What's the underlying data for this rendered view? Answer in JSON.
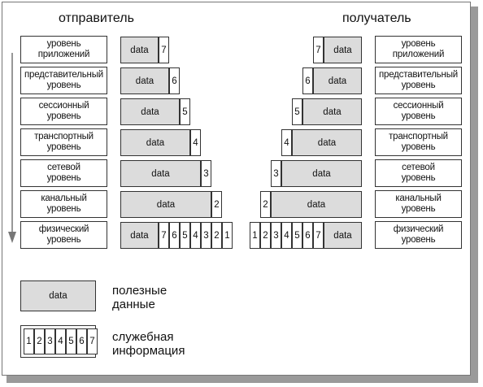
{
  "sender_title": "отправитель",
  "receiver_title": "получатель",
  "layers": [
    {
      "line1": "уровень",
      "line2": "приложений",
      "num": "7"
    },
    {
      "line1": "представительный",
      "line2": "уровень",
      "num": "6"
    },
    {
      "line1": "сессионный",
      "line2": "уровень",
      "num": "5"
    },
    {
      "line1": "транспортный",
      "line2": "уровень",
      "num": "4"
    },
    {
      "line1": "сетевой",
      "line2": "уровень",
      "num": "3"
    },
    {
      "line1": "канальный",
      "line2": "уровень",
      "num": "2"
    },
    {
      "line1": "физический",
      "line2": "уровень",
      "num": "1"
    }
  ],
  "data_label": "data",
  "physical_sender_numbers": [
    "7",
    "6",
    "5",
    "4",
    "3",
    "2",
    "1"
  ],
  "physical_receiver_numbers": [
    "1",
    "2",
    "3",
    "4",
    "5",
    "6",
    "7"
  ],
  "legend": {
    "data_box_label": "data",
    "payload_line1": "полезные",
    "payload_line2": "данные",
    "header_numbers": [
      "1",
      "2",
      "3",
      "4",
      "5",
      "6",
      "7"
    ],
    "service_line1": "служебная",
    "service_line2": "информация"
  },
  "colors": {
    "payload_fill": "#dcdcdc",
    "border": "#333333",
    "shadow": "#9a9a9a"
  }
}
